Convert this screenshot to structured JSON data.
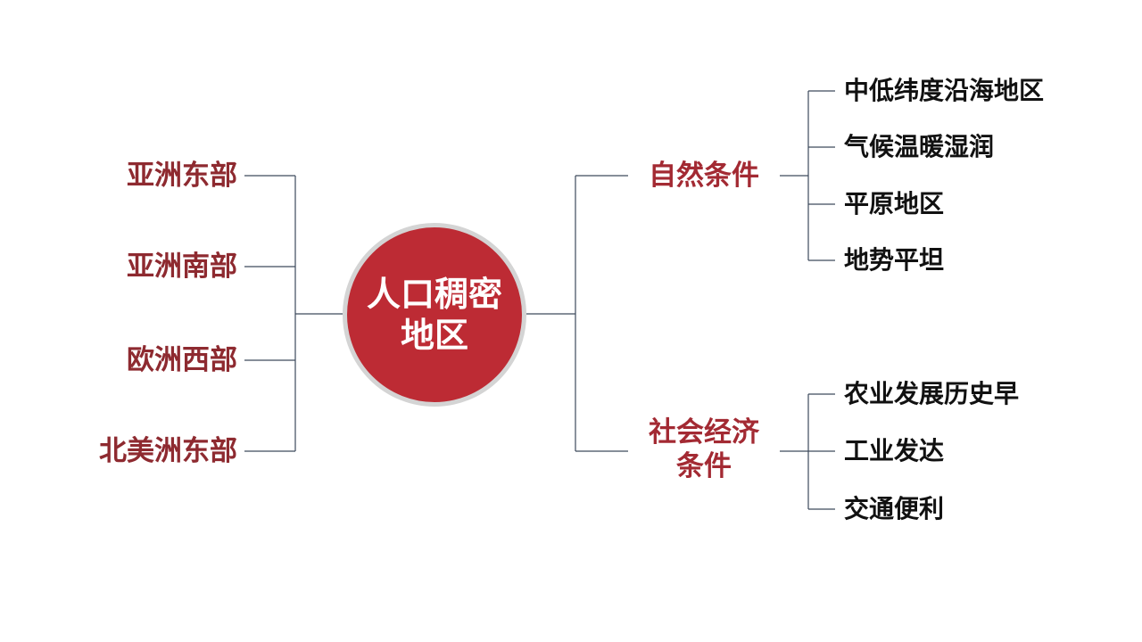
{
  "center": {
    "line1": "人口稠密",
    "line2": "地区"
  },
  "regions": [
    "亚洲东部",
    "亚洲南部",
    "欧洲西部",
    "北美洲东部"
  ],
  "conditions": {
    "natural": {
      "label": "自然条件",
      "items": [
        "中低纬度沿海地区",
        "气候温暖湿润",
        "平原地区",
        "地势平坦"
      ]
    },
    "social": {
      "label_line1": "社会经济",
      "label_line2": "条件",
      "items": [
        "农业发展历史早",
        "工业发达",
        "交通便利"
      ]
    }
  },
  "colors": {
    "circle_fill": "#bd2b34",
    "circle_border": "#d4d4d4",
    "left_text": "#8e2a30",
    "mid_text": "#a32a33",
    "right_text": "#111111",
    "line": "#3d4a5c"
  }
}
